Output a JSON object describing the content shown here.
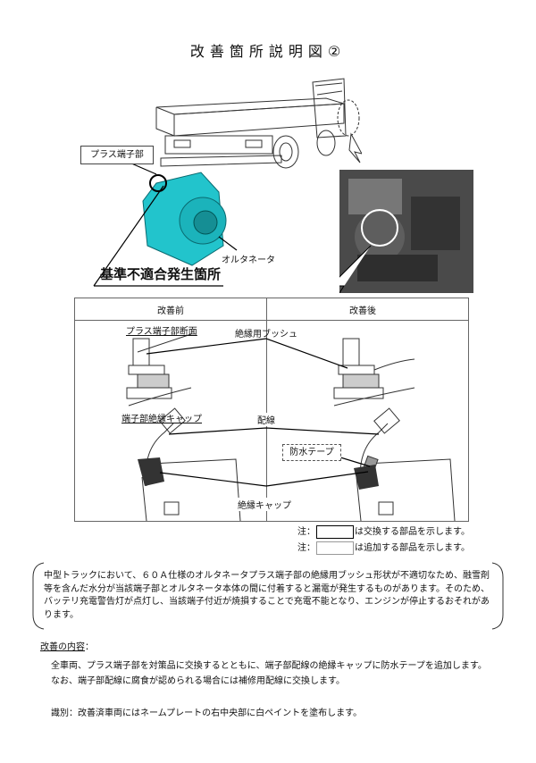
{
  "title": "改善箇所説明図②",
  "figure": {
    "plus_terminal_label": "プラス端子部",
    "alternator_label": "オルタネータ",
    "nonconformity_label": "基準不適合発生箇所"
  },
  "comparison": {
    "before_header": "改善前",
    "after_header": "改善後",
    "terminal_section_label": "プラス端子部断面",
    "bush_label": "絶縁用ブッシュ",
    "cap_section_label": "端子部絶縁キャップ",
    "wiring_label": "配線",
    "tape_label": "防水テープ",
    "cap_label": "絶縁キャップ"
  },
  "notes": [
    {
      "prefix": "注：",
      "text": "は交換する部品を示します。"
    },
    {
      "prefix": "注：",
      "text": "は追加する部品を示します。"
    }
  ],
  "issue_text": "中型トラックにおいて、６０Ａ仕様のオルタネータプラス端子部の絶縁用ブッシュ形状が不適切なため、融雪剤等を含んだ水分が当該端子部とオルタネータ本体の間に付着すると漏電が発生するものがあります。そのため、バッテリ充電警告灯が点灯し、当該端子付近が焼損することで充電不能となり、エンジンが停止するおそれがあります。",
  "improvement": {
    "heading": "改善の内容",
    "colon": "：",
    "line1": "全車両、プラス端子部を対策品に交換するとともに、端子部配線の絶縁キャップに防水テープを追加します。",
    "line2": "なお、端子部配線に腐食が認められる場合には補修用配線に交換します。",
    "identification": "識別：改善済車両にはネームプレートの右中央部に白ペイントを塗布します。"
  }
}
